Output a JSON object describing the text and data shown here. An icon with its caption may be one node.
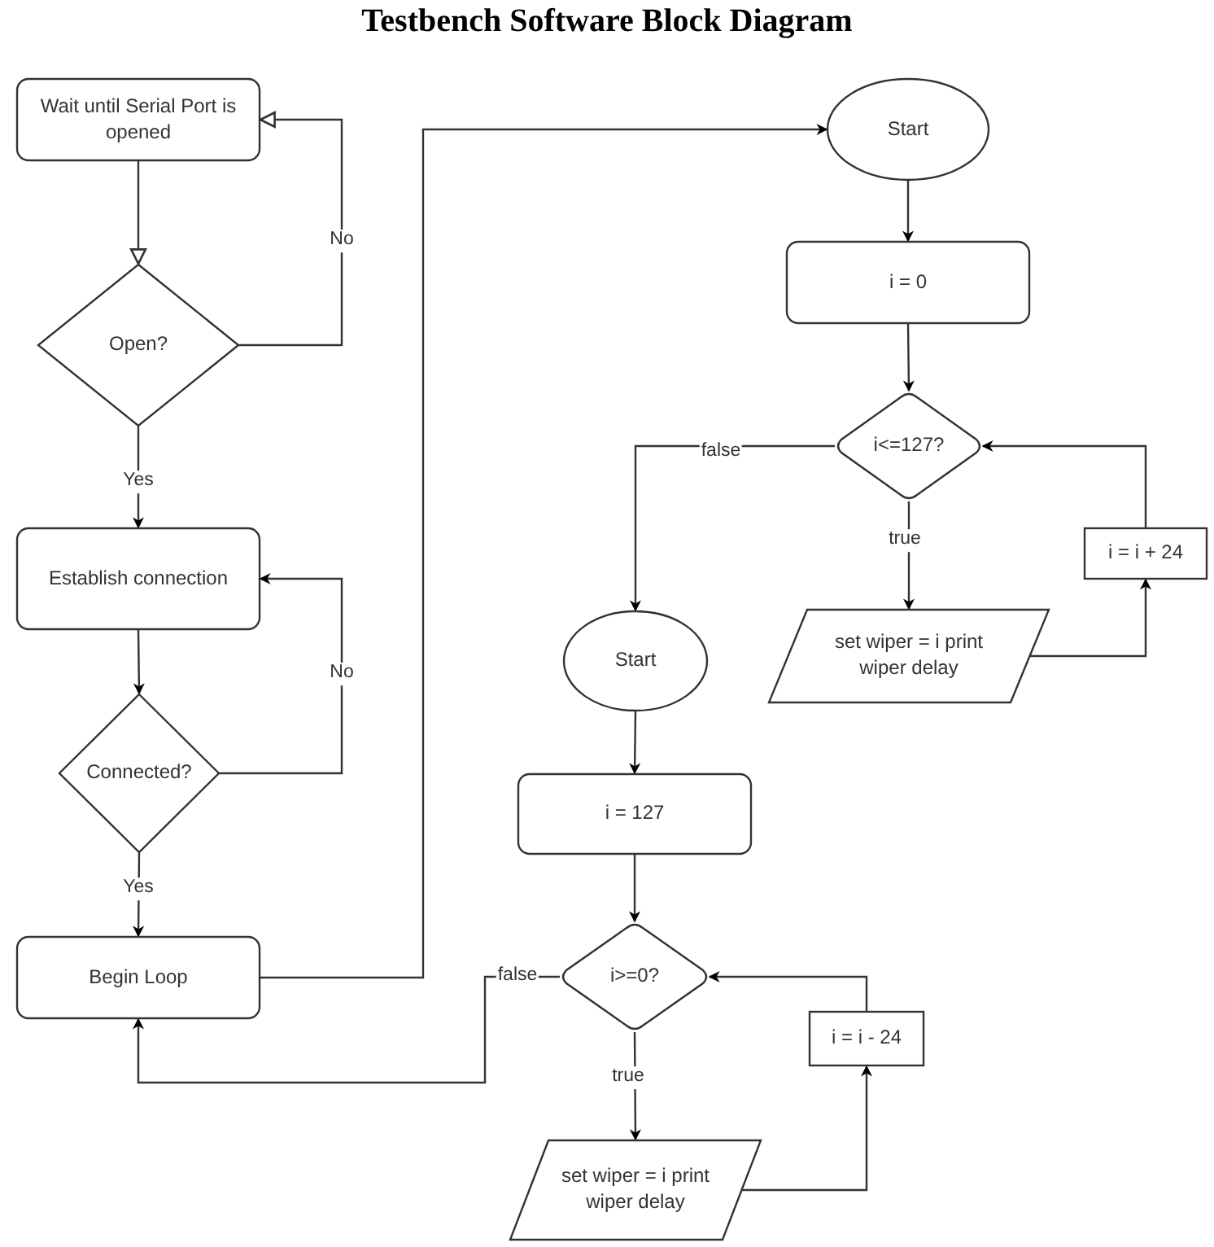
{
  "diagram": {
    "title": "Testbench Software Block Diagram",
    "nodes": [
      {
        "text": [
          "Wait until Serial Port is opened"
        ]
      },
      {
        "text": [
          "Open?"
        ]
      },
      {
        "text": [
          "Establish connection"
        ]
      },
      {
        "text": [
          "Connected?"
        ]
      },
      {
        "text": [
          "Begin Loop"
        ]
      },
      {
        "text": [
          "Start"
        ]
      },
      {
        "text": [
          "i = 0"
        ]
      },
      {
        "text": [
          "i<=127?"
        ]
      },
      {
        "text": [
          "set wiper = i print wiper delay"
        ]
      },
      {
        "text": [
          "i = i + 24"
        ]
      },
      {
        "text": [
          "Start"
        ]
      },
      {
        "text": [
          "i = 127"
        ]
      },
      {
        "text": [
          "i>=0?"
        ]
      },
      {
        "text": [
          "set wiper = i print wiper delay"
        ]
      },
      {
        "text": [
          "i = i - 24"
        ]
      }
    ],
    "edges": [
      {
        "from": 0,
        "to": 1,
        "arrow": "to"
      },
      {
        "from": 1,
        "to": 0,
        "arrow": "to",
        "label": "No"
      },
      {
        "from": 1,
        "to": 2,
        "arrow": "to",
        "label": "Yes"
      },
      {
        "from": 2,
        "to": 3,
        "arrow": "to"
      },
      {
        "from": 3,
        "to": 2,
        "arrow": "to",
        "label": "No"
      },
      {
        "from": 3,
        "to": 4,
        "arrow": "to",
        "label": "Yes"
      },
      {
        "from": 4,
        "to": 5,
        "arrow": "to"
      },
      {
        "from": 5,
        "to": 6,
        "arrow": "to"
      },
      {
        "from": 6,
        "to": 7,
        "arrow": "to"
      },
      {
        "from": 7,
        "to": 8,
        "arrow": "to",
        "label": "true"
      },
      {
        "from": 8,
        "to": 9,
        "arrow": "to"
      },
      {
        "from": 9,
        "to": 7,
        "arrow": "to"
      },
      {
        "from": 7,
        "to": 10,
        "arrow": "to",
        "label": "false"
      },
      {
        "from": 10,
        "to": 11,
        "arrow": "to"
      },
      {
        "from": 11,
        "to": 12,
        "arrow": "to"
      },
      {
        "from": 12,
        "to": 13,
        "arrow": "to",
        "label": "true"
      },
      {
        "from": 13,
        "to": 14,
        "arrow": "to"
      },
      {
        "from": 14,
        "to": 12,
        "arrow": "to"
      },
      {
        "from": 12,
        "to": 4,
        "arrow": "to",
        "label": "false"
      }
    ]
  }
}
